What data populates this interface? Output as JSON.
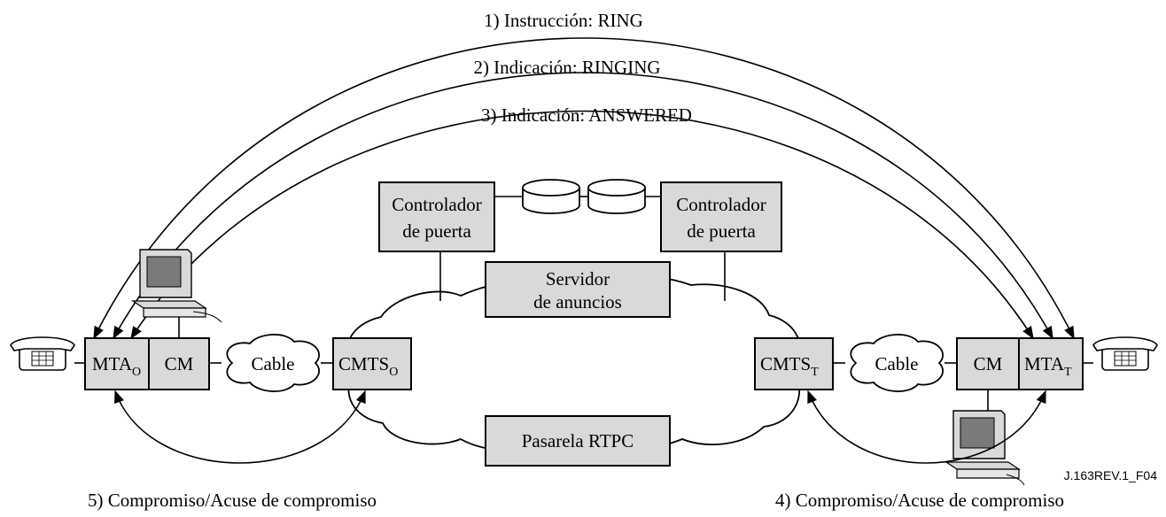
{
  "messages": {
    "msg1": "1) Instrucción: RING",
    "msg2": "2) Indicación: RINGING",
    "msg3": "3) Indicación: ANSWERED",
    "msg4": "4) Compromiso/Acuse de compromiso",
    "msg5": "5) Compromiso/Acuse de compromiso"
  },
  "nodes": {
    "gatekeeper_left": {
      "line1": "Controlador",
      "line2": "de puerta"
    },
    "gatekeeper_right": {
      "line1": "Controlador",
      "line2": "de puerta"
    },
    "announcement_server": {
      "line1": "Servidor",
      "line2": "de anuncios"
    },
    "pstn_gateway": "Pasarela RTPC",
    "mta_o": {
      "main": "MTA",
      "sub": "O"
    },
    "cm_o": "CM",
    "cable_o": "Cable",
    "cmts_o": {
      "main": "CMTS",
      "sub": "O"
    },
    "cmts_t": {
      "main": "CMTS",
      "sub": "T"
    },
    "cable_t": "Cable",
    "cm_t": "CM",
    "mta_t": {
      "main": "MTA",
      "sub": "T"
    }
  },
  "figure_id": "J.163REV.1_F04",
  "icons": [
    "telephone-icon",
    "computer-icon",
    "database-icon"
  ]
}
